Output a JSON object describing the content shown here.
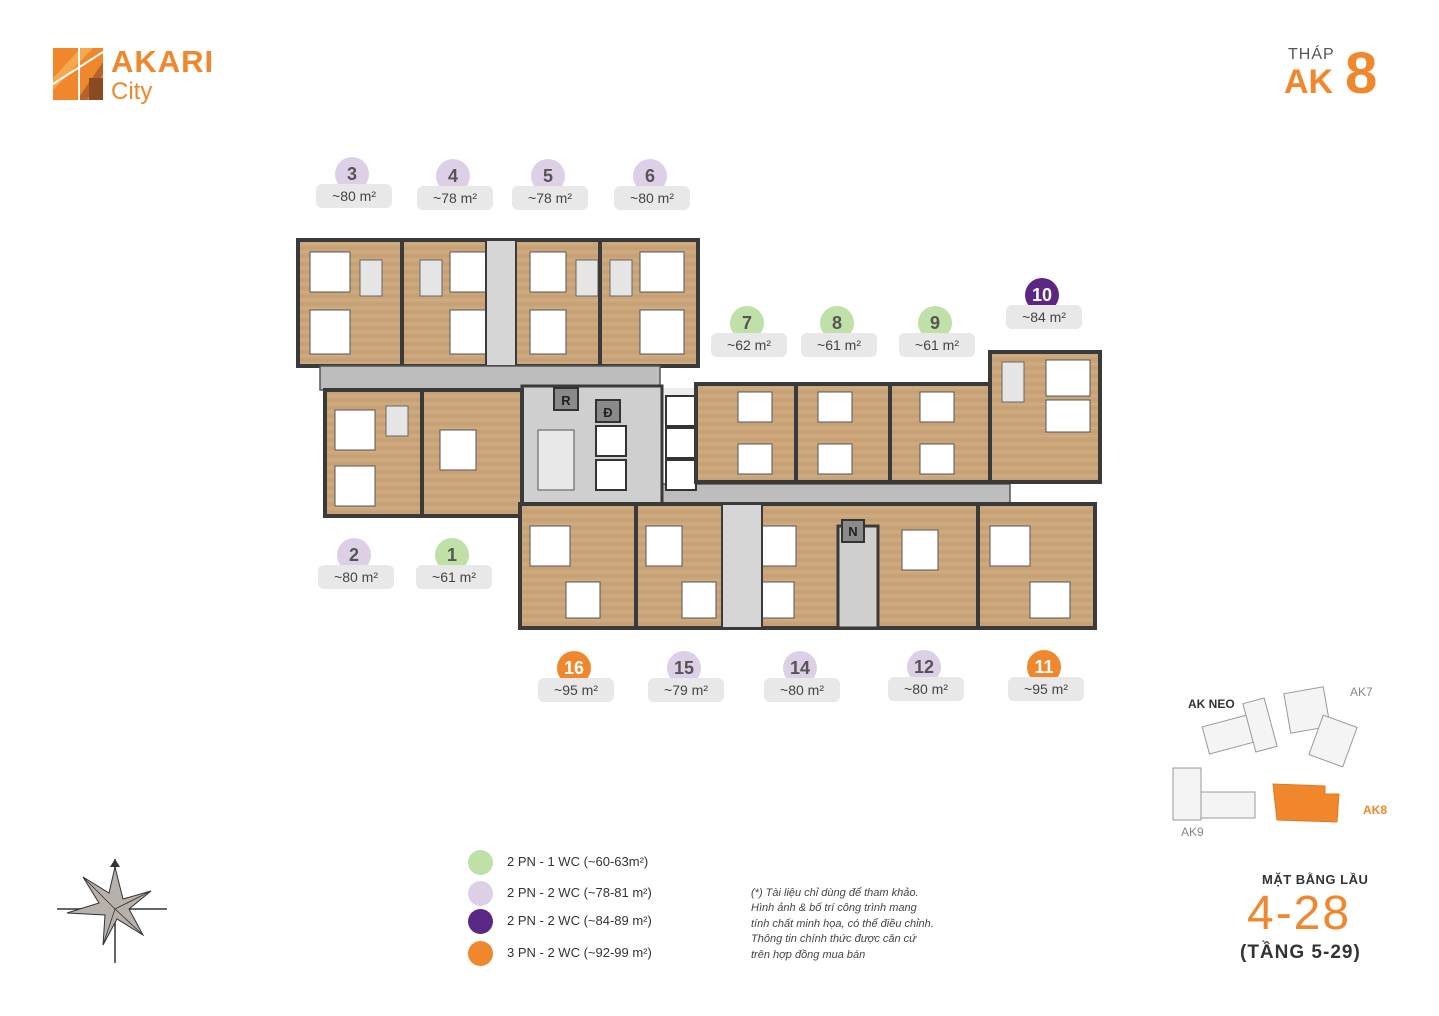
{
  "brand": {
    "name_top": "AKARI",
    "name_bottom": "City",
    "accent": "#f0872c"
  },
  "tower": {
    "label": "THÁP",
    "name": "AK",
    "number": "8"
  },
  "colors": {
    "green": "#bfe0a6",
    "lilac": "#ddd0e6",
    "purple": "#5a2784",
    "orange": "#f0872c"
  },
  "units": [
    {
      "num": "1",
      "area": "~61 m²",
      "type": "green"
    },
    {
      "num": "2",
      "area": "~80 m²",
      "type": "lilac"
    },
    {
      "num": "3",
      "area": "~80 m²",
      "type": "lilac"
    },
    {
      "num": "4",
      "area": "~78 m²",
      "type": "lilac"
    },
    {
      "num": "5",
      "area": "~78 m²",
      "type": "lilac"
    },
    {
      "num": "6",
      "area": "~80 m²",
      "type": "lilac"
    },
    {
      "num": "7",
      "area": "~62 m²",
      "type": "green"
    },
    {
      "num": "8",
      "area": "~61 m²",
      "type": "green"
    },
    {
      "num": "9",
      "area": "~61 m²",
      "type": "green"
    },
    {
      "num": "10",
      "area": "~84 m²",
      "type": "purple"
    },
    {
      "num": "11",
      "area": "~95 m²",
      "type": "orange"
    },
    {
      "num": "12",
      "area": "~80 m²",
      "type": "lilac"
    },
    {
      "num": "14",
      "area": "~80 m²",
      "type": "lilac"
    },
    {
      "num": "15",
      "area": "~79 m²",
      "type": "lilac"
    },
    {
      "num": "16",
      "area": "~95 m²",
      "type": "orange"
    }
  ],
  "plan_labels": {
    "r": "R",
    "d": "Đ",
    "n": "N"
  },
  "legend": [
    {
      "text": "2 PN - 1 WC (~60-63m²)",
      "color": "#bfe0a6"
    },
    {
      "text": "2 PN - 2 WC (~78-81 m²)",
      "color": "#ddd0e6"
    },
    {
      "text": "2 PN - 2 WC (~84-89 m²)",
      "color": "#5a2784"
    },
    {
      "text": "3 PN - 2 WC (~92-99 m²)",
      "color": "#f0872c"
    }
  ],
  "note": [
    "(*) Tài liệu chỉ dùng để tham khảo.",
    "Hình ảnh & bố trí công trình mang",
    "tính chất minh họa, có thể điều chỉnh.",
    "Thông tin chính thức được căn cứ",
    "trên hợp đồng mua bán"
  ],
  "keymap": {
    "neo": "AK NEO",
    "ak7": "AK7",
    "ak8": "AK8",
    "ak9": "AK9"
  },
  "floor": {
    "title": "MẶT BẰNG LẦU",
    "range": "4-28",
    "sub": "(TẦNG 5-29)"
  }
}
